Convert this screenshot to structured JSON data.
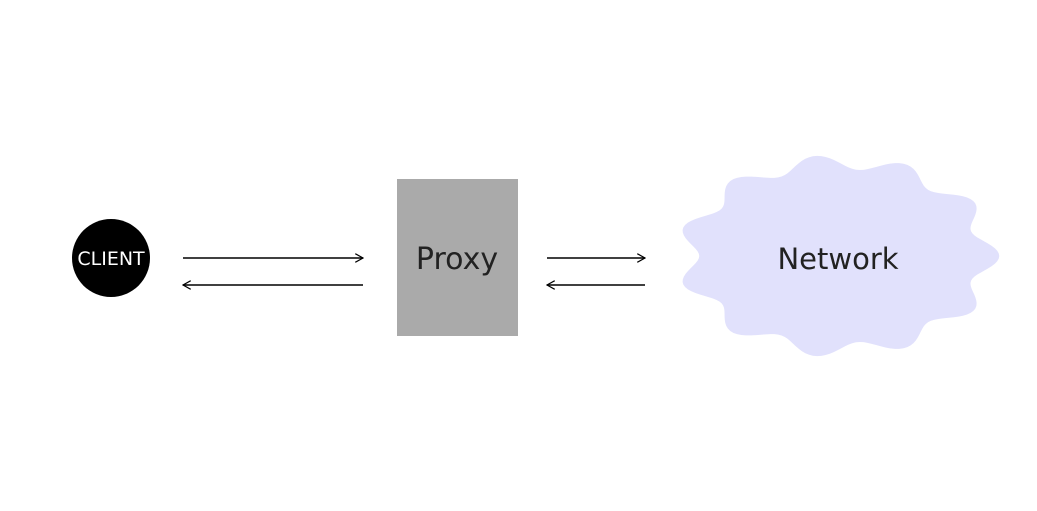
{
  "diagram": {
    "nodes": {
      "client": {
        "label": "CLIENT",
        "fill": "#000000",
        "text_color": "#ffffff"
      },
      "proxy": {
        "label": "Proxy",
        "fill": "#aaaaaa",
        "text_color": "#222222"
      },
      "network": {
        "label": "Network",
        "fill": "#e1e1fc",
        "text_color": "#222222"
      }
    },
    "edges": [
      {
        "from": "client",
        "to": "proxy",
        "direction": "right"
      },
      {
        "from": "proxy",
        "to": "client",
        "direction": "left"
      },
      {
        "from": "proxy",
        "to": "network",
        "direction": "right"
      },
      {
        "from": "network",
        "to": "proxy",
        "direction": "left"
      }
    ],
    "line_color": "#000000"
  }
}
